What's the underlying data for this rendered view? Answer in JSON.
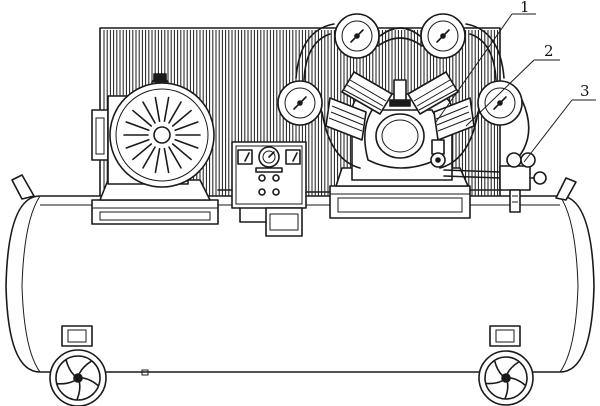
{
  "callouts": [
    {
      "label": "1"
    },
    {
      "label": "2"
    },
    {
      "label": "3"
    }
  ],
  "colors": {
    "line": "#1a1a1a",
    "background": "#ffffff"
  }
}
